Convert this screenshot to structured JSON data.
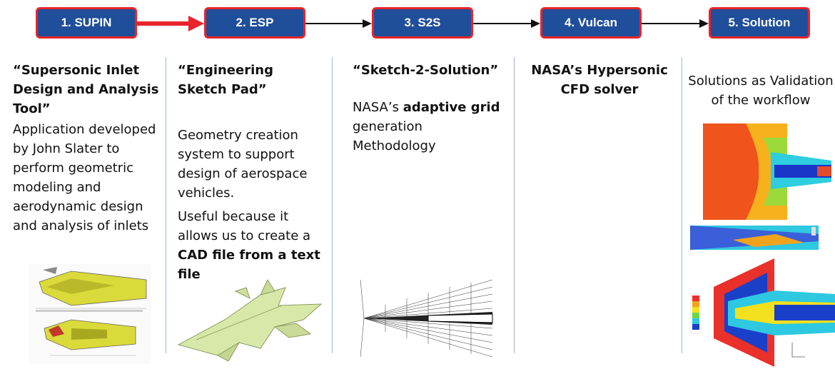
{
  "steps": [
    {
      "label": "1. SUPIN"
    },
    {
      "label": "2. ESP"
    },
    {
      "label": "3. S2S"
    },
    {
      "label": "4. Vulcan"
    },
    {
      "label": "5. Solution"
    }
  ],
  "colors": {
    "box": "#1f4e9a",
    "box_border": "#e8242b",
    "active_arrow": "#e8242b",
    "arrow": "#111111"
  },
  "columns": {
    "supin": {
      "title": "“Supersonic Inlet Design and Analysis Tool”",
      "body": "Application developed by John Slater to perform geometric modeling and aerodynamic design and analysis of inlets"
    },
    "esp": {
      "title": "“Engineering Sketch Pad”",
      "body1": "Geometry creation system to support design of aerospace vehicles.",
      "body2_pre": "Useful because it allows us to create a ",
      "body2_bold": "CAD file from a text file"
    },
    "s2s": {
      "title": "“Sketch-2-Solution”",
      "body_pre": "NASA’s ",
      "body_bold": "adaptive grid",
      "body_post": " generation Methodology"
    },
    "vulcan": {
      "title": "NASA’s Hypersonic CFD solver"
    },
    "solution": {
      "title": "Solutions as Validation of the workflow"
    }
  }
}
